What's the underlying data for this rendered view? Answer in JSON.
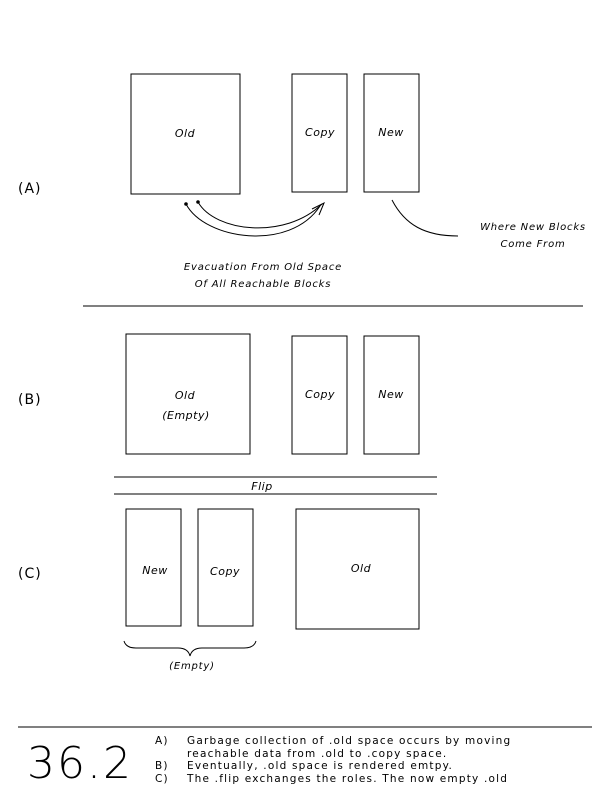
{
  "panels": {
    "a": {
      "label": "(A)",
      "old": "Old",
      "copy": "Copy",
      "new": "New",
      "evacuation_line1": "Evacuation From Old Space",
      "evacuation_line2": "Of All Reachable Blocks",
      "where_line1": "Where New Blocks",
      "where_line2": "Come From"
    },
    "b": {
      "label": "(B)",
      "old": "Old",
      "old_sub": "(Empty)",
      "copy": "Copy",
      "new": "New"
    },
    "flip": "Flip",
    "c": {
      "label": "(C)",
      "new": "New",
      "copy": "Copy",
      "old": "Old",
      "empty": "(Empty)"
    }
  },
  "figure": {
    "number": "36.2",
    "captions": [
      {
        "marker": "A)",
        "lines": [
          "Garbage collection of .old space occurs by moving",
          "reachable data from .old to .copy space."
        ]
      },
      {
        "marker": "B)",
        "lines": [
          "Eventually, .old space is rendered emtpy."
        ]
      },
      {
        "marker": "C)",
        "lines": [
          "The .flip exchanges the roles.  The now empty .old"
        ]
      }
    ]
  }
}
